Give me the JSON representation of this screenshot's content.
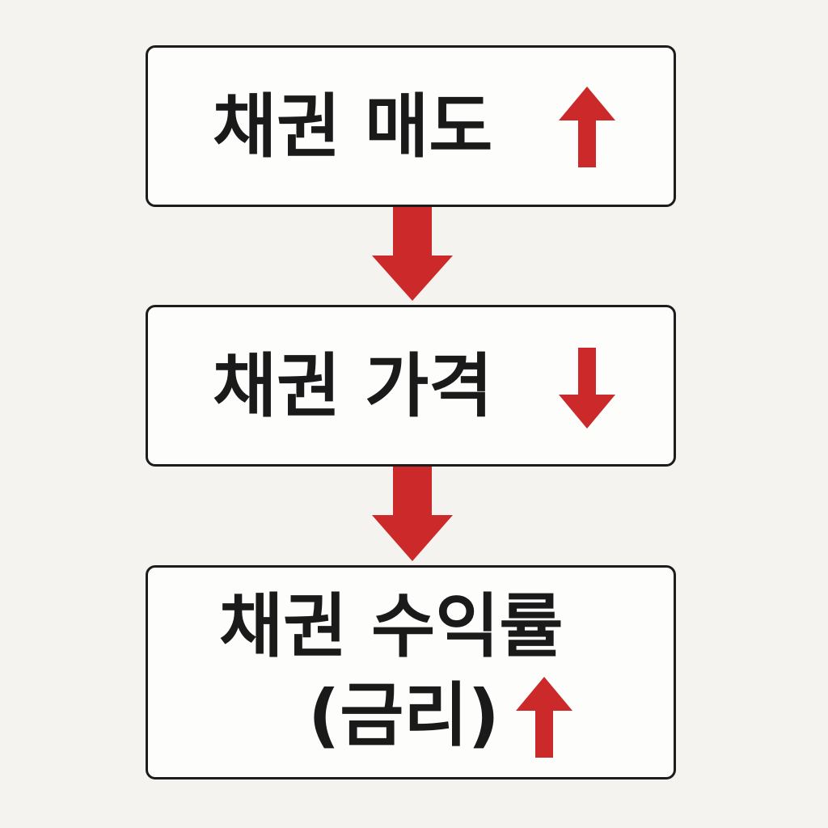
{
  "steps": [
    {
      "label": "채권 매도",
      "trend": "up"
    },
    {
      "label": "채권 가격",
      "trend": "down"
    },
    {
      "label_line1": "채권 수익률",
      "label_line2": "(금리)",
      "trend": "up"
    }
  ],
  "colors": {
    "arrow": "#cc2a2a",
    "text": "#1a1a1a",
    "border": "#1c1c1c",
    "box_fill": "#fdfdfc",
    "background": "#f5f3ef"
  },
  "icons": {
    "up": "arrow-up-icon",
    "down": "arrow-down-icon",
    "connector": "flow-arrow-down-icon"
  }
}
